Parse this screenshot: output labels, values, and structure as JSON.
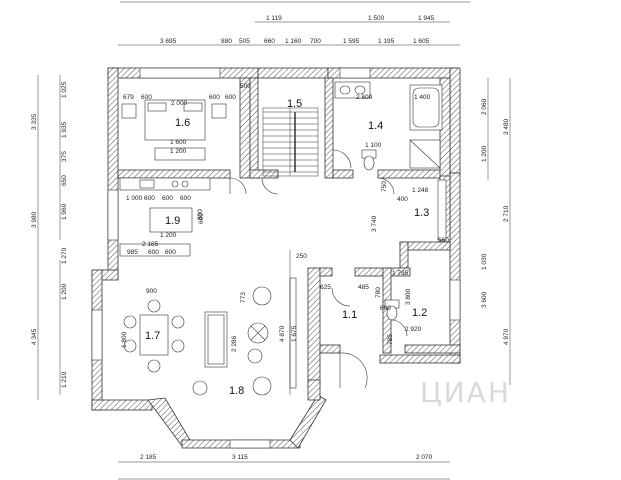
{
  "rooms": [
    {
      "label": "1.6"
    },
    {
      "label": "1.5"
    },
    {
      "label": "1.4"
    },
    {
      "label": "1.3"
    },
    {
      "label": "1.9"
    },
    {
      "label": "1.7"
    },
    {
      "label": "1.8"
    },
    {
      "label": "1.1"
    },
    {
      "label": "1.2"
    }
  ],
  "dims_top": [
    "1 119",
    "1 500",
    "1 945",
    "3 695",
    "880",
    "505",
    "660",
    "1 160",
    "700",
    "1 595",
    "1 195",
    "1 605"
  ],
  "dims_left": [
    "1 025",
    "3 335",
    "1 935",
    "375",
    "650",
    "1 960",
    "3 980",
    "1 270",
    "1 200",
    "4 345",
    "1 210"
  ],
  "dims_right": [
    "2 060",
    "3 480",
    "1 200",
    "2 710",
    "1 030",
    "3 600",
    "4 970"
  ],
  "dims_bottom": [
    "2 185",
    "3 115",
    "2 070"
  ],
  "dims_inner": [
    "679",
    "600",
    "2 000",
    "600",
    "600",
    "500",
    "2 800",
    "1 400",
    "1 600",
    "1 200",
    "1 100",
    "750",
    "1 248",
    "400",
    "3 740",
    "560",
    "1 000",
    "600",
    "600",
    "600",
    "600",
    "1 200",
    "2 185",
    "985",
    "600",
    "600",
    "250",
    "1 795",
    "900",
    "773",
    "625",
    "485",
    "780",
    "3 800",
    "1 800",
    "2 286",
    "4 870",
    "1 675",
    "600",
    "2 920",
    "785",
    "800"
  ],
  "watermark": "ЦИАН"
}
